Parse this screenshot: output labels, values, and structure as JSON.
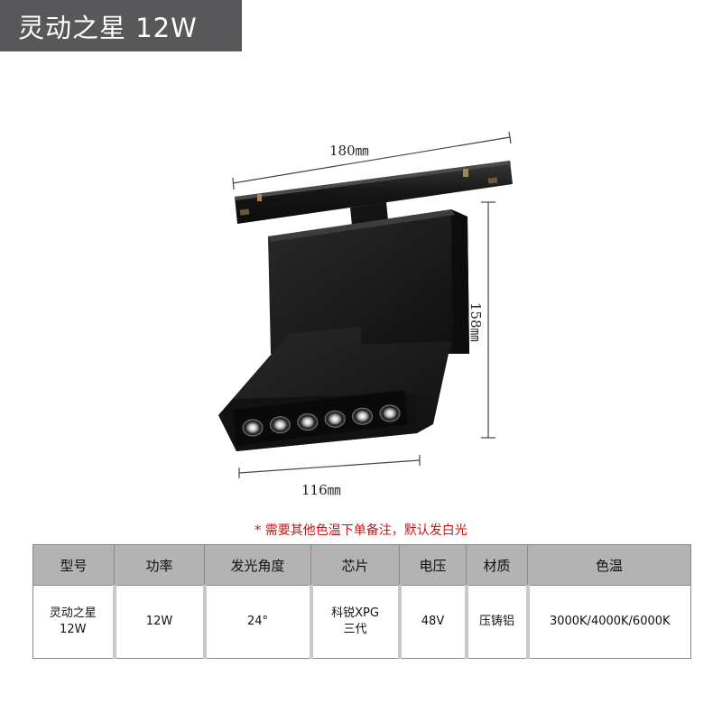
{
  "title": "灵动之星 12W",
  "dimensions": {
    "width_top": "180㎜",
    "height": "158㎜",
    "width_bottom": "116㎜"
  },
  "notice": "* 需要其他色温下单备注，默认发白光",
  "spec_table": {
    "headers": [
      "型号",
      "功率",
      "发光角度",
      "芯片",
      "电压",
      "材质",
      "色温"
    ],
    "row": {
      "model_line1": "灵动之星",
      "model_line2": "12W",
      "power": "12W",
      "beam_angle": "24°",
      "chip_line1": "科锐XPG",
      "chip_line2": "三代",
      "voltage": "48V",
      "material": "压铸铝",
      "color_temp": "3000K/4000K/6000K"
    }
  },
  "colors": {
    "banner_bg": "#58585a",
    "notice": "#c81414",
    "table_header_bg": "#b3b3b3",
    "fixture_body": "#1a1a1a"
  },
  "led_count": 6
}
